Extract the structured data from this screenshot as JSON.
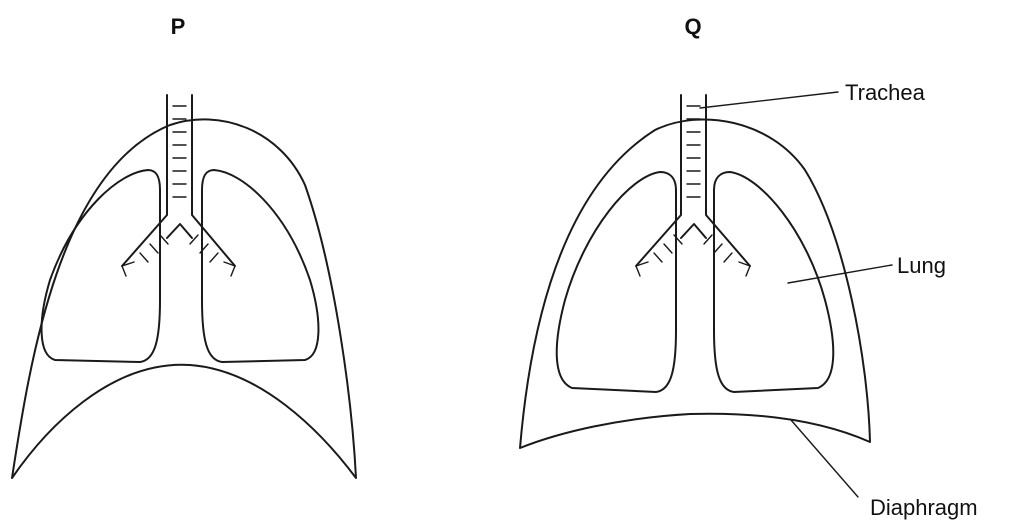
{
  "panels": [
    {
      "title": "P",
      "state": "diaphragm-raised"
    },
    {
      "title": "Q",
      "state": "diaphragm-flattened"
    }
  ],
  "labels": {
    "trachea": "Trachea",
    "lung": "Lung",
    "diaphragm": "Diaphragm"
  }
}
